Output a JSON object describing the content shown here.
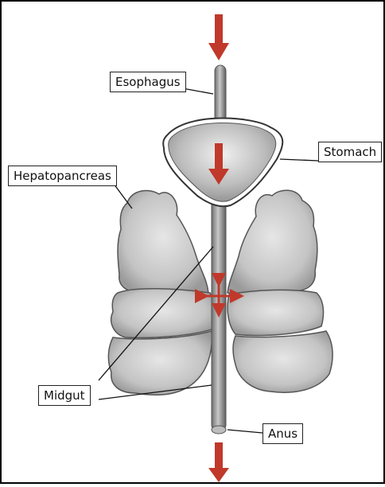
{
  "labels": {
    "esophagus": "Esophagus",
    "stomach": "Stomach",
    "hepatopancreas": "Hepatopancreas",
    "midgut": "Midgut",
    "anus": "Anus"
  },
  "colors": {
    "arrow": "#c0392b",
    "tube": "#8a8a8a",
    "organ_fill": "#c9c9c9",
    "organ_stroke": "#555555",
    "frame": "#000000"
  }
}
